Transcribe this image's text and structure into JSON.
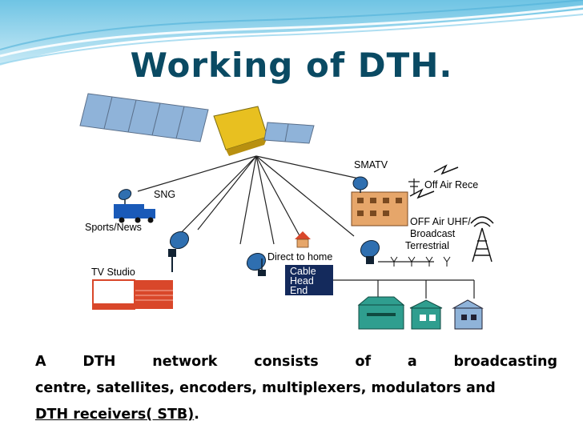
{
  "slide": {
    "title": "Working of DTH."
  },
  "diagram": {
    "labels": {
      "smatv": "SMATV",
      "off_air_rece": "Off Air Rece",
      "sng": "SNG",
      "sports_news": "Sports/News",
      "off_air_uhf": "OFF Air UHF/",
      "broadcast": "Broadcast",
      "terrestrial": "Terrestrial",
      "tv_studio": "TV Studio",
      "direct_to_home": "Direct to home",
      "cable": "Cable",
      "head": "Head",
      "end": "End"
    },
    "colors": {
      "satellite_panel": "#8fb3d9",
      "satellite_body": "#e8c020",
      "truck": "#1a5ab8",
      "building": "#d9472a",
      "cable_box": "#142a5c",
      "receiver_teal": "#2f9e8f"
    }
  },
  "body": {
    "line1": "A DTH network consists of a broadcasting",
    "line2": "centre, satellites, encoders, multiplexers, modulators and",
    "line3_underlined": "DTH receivers( STB)",
    "line3_rest": "."
  }
}
